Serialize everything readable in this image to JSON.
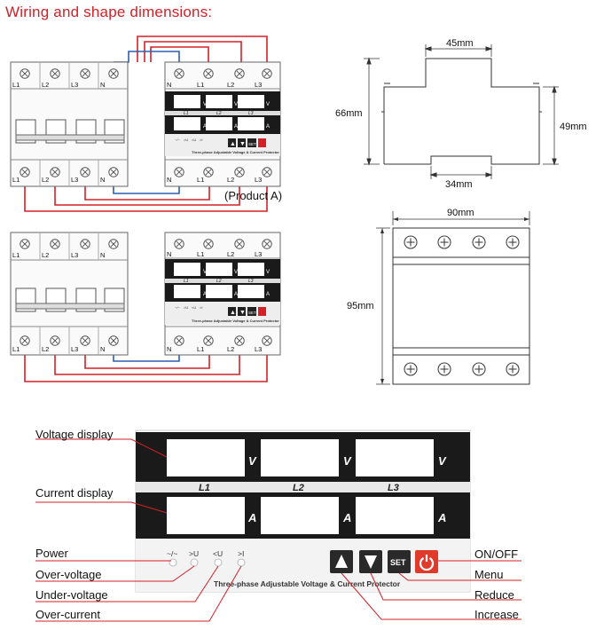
{
  "title": "Wiring and shape dimensions:",
  "caption_product": "(Product A)",
  "terminals": {
    "breaker": [
      "L1",
      "L2",
      "L3",
      "N"
    ],
    "protector": [
      "N",
      "L1",
      "L2",
      "L3"
    ]
  },
  "small_panel": {
    "phases": [
      "L1",
      "L2",
      "L3"
    ],
    "units": {
      "voltage": "V",
      "current": "A"
    },
    "indicators": [
      "~/~",
      ">U",
      "<U",
      ">I"
    ],
    "buttons": {
      "up": "▲",
      "down": "▼",
      "set": "SET"
    },
    "product_name": "Three-phase Adjustable Voltage & Current Protector"
  },
  "dimensions": {
    "top_width": "45mm",
    "height_left": "66mm",
    "height_right": "49mm",
    "bottom_width": "34mm",
    "front_width": "90mm",
    "front_height": "95mm"
  },
  "panel": {
    "phases": [
      "L1",
      "L2",
      "L3"
    ],
    "voltage_unit": "V",
    "current_unit": "A",
    "indicators": [
      "~/~",
      ">U",
      "<U",
      ">I"
    ],
    "product_name": "Three-phase Adjustable Voltage & Current  Protector",
    "set_label": "SET"
  },
  "callouts": {
    "voltage_display": "Voltage display",
    "current_display": "Current display",
    "power": "Power",
    "over_voltage": "Over-voltage",
    "under_voltage": "Under-voltage",
    "over_current": "Over-current",
    "on_off": "ON/OFF",
    "menu": "Menu",
    "reduce": "Reduce",
    "increase": "Increase"
  },
  "colors": {
    "wire_red": "#d42027",
    "wire_blue": "#2f5fb0",
    "panel_dark": "#1a1a1a"
  }
}
